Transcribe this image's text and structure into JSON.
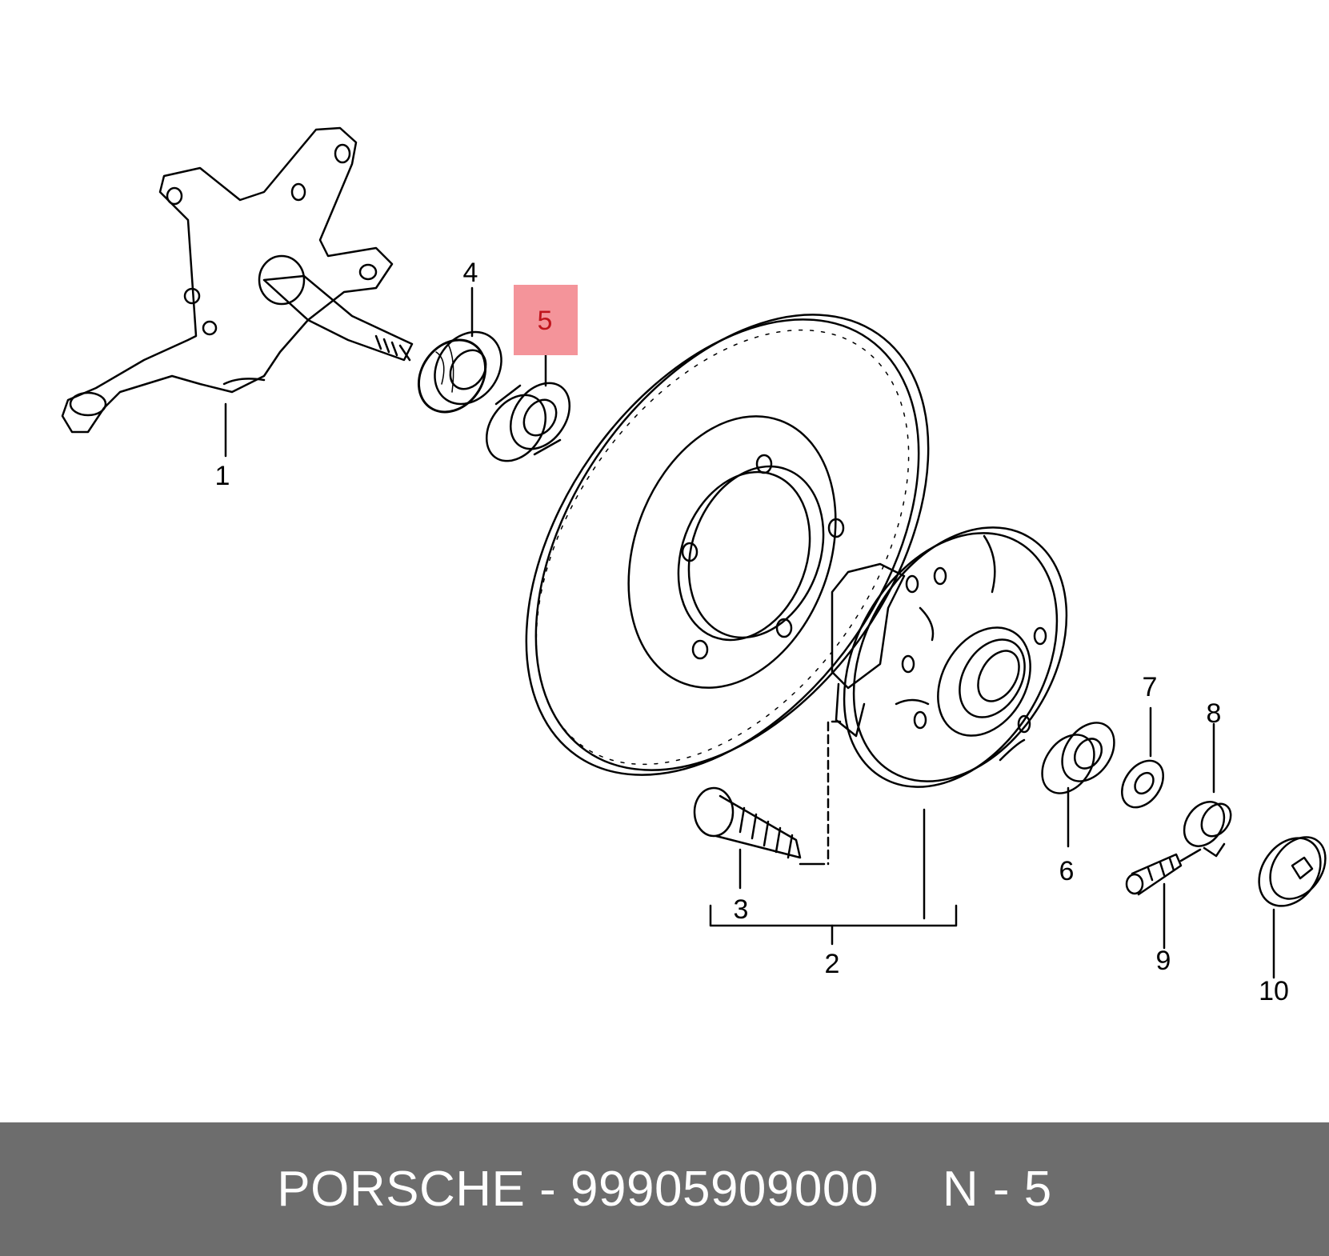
{
  "diagram": {
    "highlight_color": "#f4949a",
    "highlighted_callout": "5",
    "callouts": [
      "1",
      "2",
      "3",
      "4",
      "5",
      "6",
      "7",
      "8",
      "9",
      "10"
    ]
  },
  "footer": {
    "brand": "PORSCHE",
    "separator": "-",
    "part_number": "99905909000",
    "position_label": "N - 5"
  }
}
